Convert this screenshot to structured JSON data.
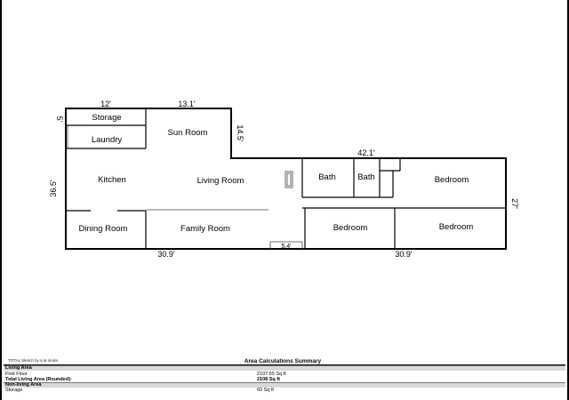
{
  "rooms": {
    "storage": "Storage",
    "laundry": "Laundry",
    "sun_room": "Sun Room",
    "kitchen": "Kitchen",
    "living_room": "Living Room",
    "dining_room": "Dining Room",
    "family_room": "Family Room",
    "bath_1": "Bath",
    "bath_2": "Bath",
    "bedroom_1": "Bedroom",
    "bedroom_2": "Bedroom",
    "bedroom_3": "Bedroom"
  },
  "dimensions": {
    "top_left": "12'",
    "top_middle": "13.1'",
    "storage_side": "5'",
    "sun_room_side": "14.5'",
    "left_side": "36.5'",
    "top_right": "42.1'",
    "right_side": "27'",
    "bottom_left": "30.9'",
    "bottom_right": "30.9'",
    "small": "5.4'"
  },
  "footer": {
    "note": "TOTAL Sketch by a la mode",
    "summary_title": "Area Calculations Summary",
    "living_area_header": "Living Area",
    "first_floor_label": "First Floor",
    "first_floor_value": "2107.55 Sq ft",
    "total_label": "Total Living Area (Rounded):",
    "total_value": "2108 Sq ft",
    "non_living_header": "Non-living Area",
    "storage_label": "Storage",
    "storage_value": "60 Sq ft"
  }
}
